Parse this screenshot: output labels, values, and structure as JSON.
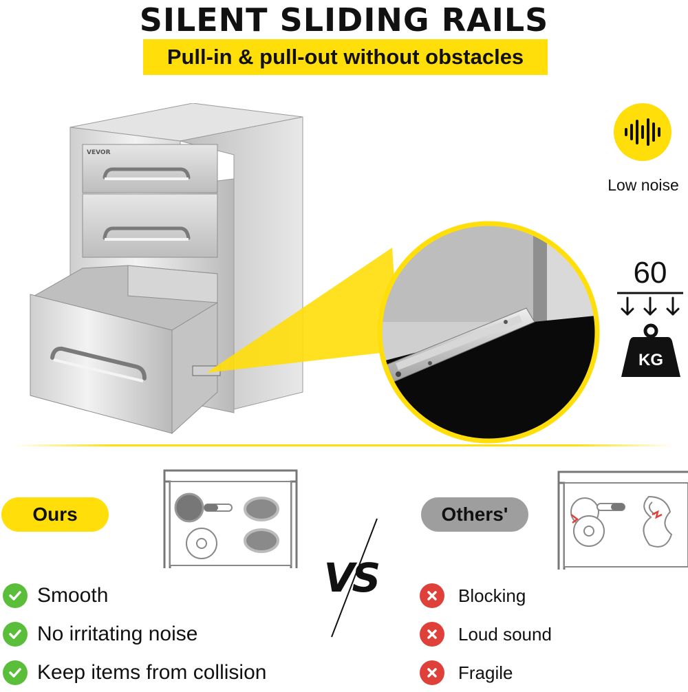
{
  "header": {
    "title": "SILENT SLIDING RAILS",
    "subtitle": "Pull-in & pull-out without obstacles"
  },
  "product": {
    "brand_mark": "VEVOR"
  },
  "features": {
    "low_noise": {
      "label": "Low noise",
      "icon": "sound-wave-icon"
    },
    "load": {
      "value": "60",
      "unit": "KG",
      "icon": "weight-icon"
    }
  },
  "comparison": {
    "ours_label": "Ours",
    "others_label": "Others'",
    "vs_text": "VS",
    "ours_items": [
      "Smooth",
      "No irritating noise",
      "Keep items from collision"
    ],
    "others_items": [
      "Blocking",
      "Loud sound",
      "Fragile"
    ]
  },
  "colors": {
    "accent": "#FFDE0A",
    "check": "#5BBE3A",
    "cross": "#E0403A",
    "others_pill": "#9E9E9E"
  }
}
